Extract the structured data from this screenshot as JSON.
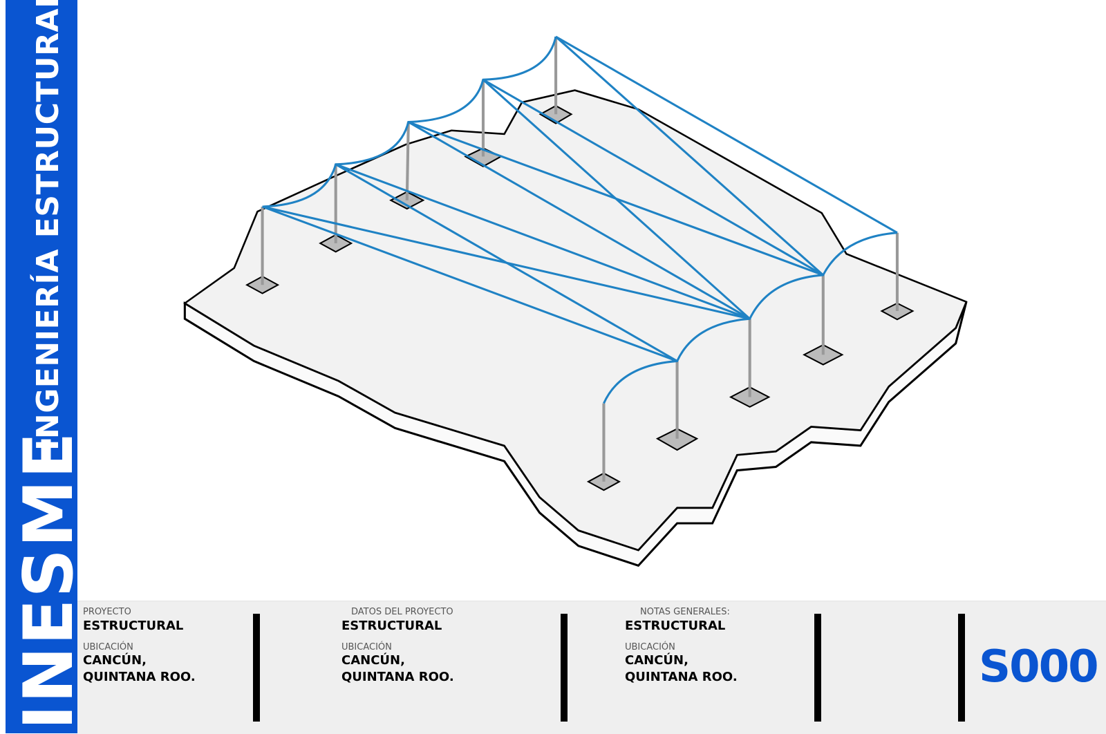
{
  "sidebar": {
    "subtitle": "INGENIERÍA ESTRUCTURAL",
    "brand": "INESME"
  },
  "title_block": {
    "columns": [
      {
        "heading": "PROYECTO",
        "value": "ESTRUCTURAL",
        "location_label": "UBICACIÓN",
        "location_line1": "CANCÚN,",
        "location_line2": "QUINTANA ROO."
      },
      {
        "heading": "DATOS DEL PROYECTO",
        "value": "ESTRUCTURAL",
        "location_label": "UBICACIÓN",
        "location_line1": "CANCÚN,",
        "location_line2": "QUINTANA ROO."
      },
      {
        "heading": "NOTAS GENERALES:",
        "value": "ESTRUCTURAL",
        "location_label": "UBICACIÓN",
        "location_line1": "CANCÚN,",
        "location_line2": "QUINTANA ROO."
      }
    ],
    "sheet_number": "S000"
  },
  "colors": {
    "brand_blue": "#0a55d1",
    "cable_blue": "#1f82c4"
  }
}
